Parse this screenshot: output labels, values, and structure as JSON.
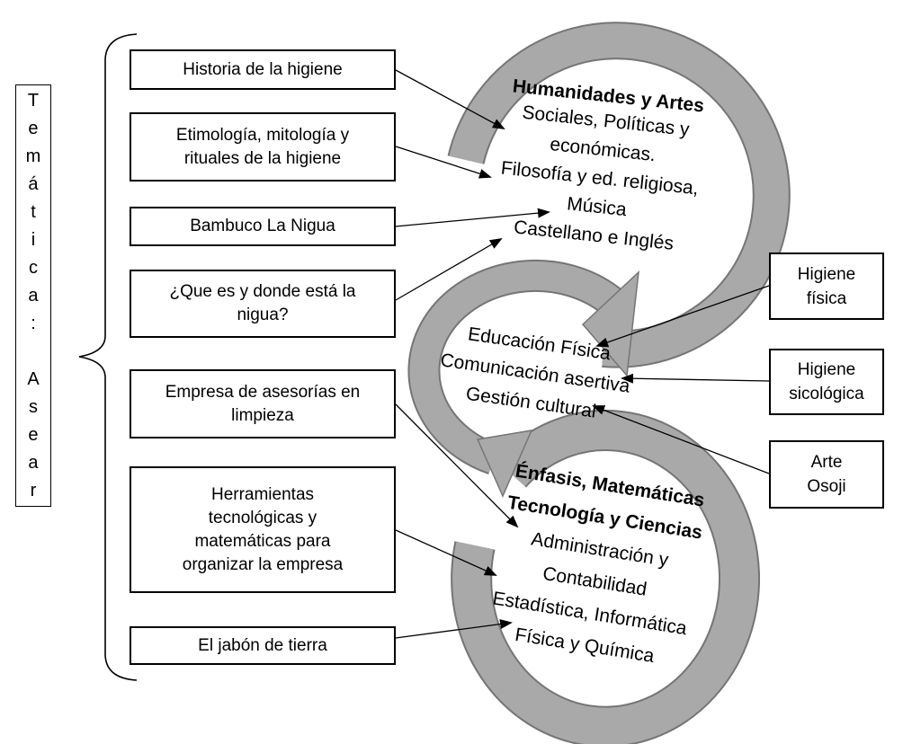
{
  "colors": {
    "ring": "#a9a9a9",
    "ring_outline": "#757575",
    "connector": "#000000",
    "box_border": "#000000",
    "box_fill": "#ffffff",
    "background": "#ffffff",
    "text": "#000000"
  },
  "theme_box": {
    "label": "Temática: Asear"
  },
  "left_boxes": [
    {
      "label": "Historia de la higiene"
    },
    {
      "label": "Etimología, mitología y\nrituales de la higiene"
    },
    {
      "label": "Bambuco La Nigua"
    },
    {
      "label": "¿Que es y donde está la\nnigua?"
    },
    {
      "label": "Empresa de asesorías en\nlimpieza"
    },
    {
      "label": "Herramientas\ntecnológicas y\nmatemáticas para\norganizar la empresa"
    },
    {
      "label": "El jabón de tierra"
    }
  ],
  "right_boxes": [
    {
      "label": "Higiene\nfísica"
    },
    {
      "label": "Higiene\nsicológica"
    },
    {
      "label": "Arte\nOsoji"
    }
  ],
  "rings": [
    {
      "title": "Humanidades y Artes",
      "subjects": [
        "Sociales, Políticas y",
        "económicas.",
        "Filosofía y ed. religiosa,",
        "Música",
        "Castellano e Inglés"
      ]
    },
    {
      "subjects": [
        "Educación Física",
        "Comunicación asertiva",
        "Gestión cultural"
      ]
    },
    {
      "title": "Énfasis, Matemáticas\nTecnología y Ciencias",
      "subjects": [
        "Administración y",
        "Contabilidad",
        "Estadística, Informática",
        "Física y Química"
      ]
    }
  ]
}
